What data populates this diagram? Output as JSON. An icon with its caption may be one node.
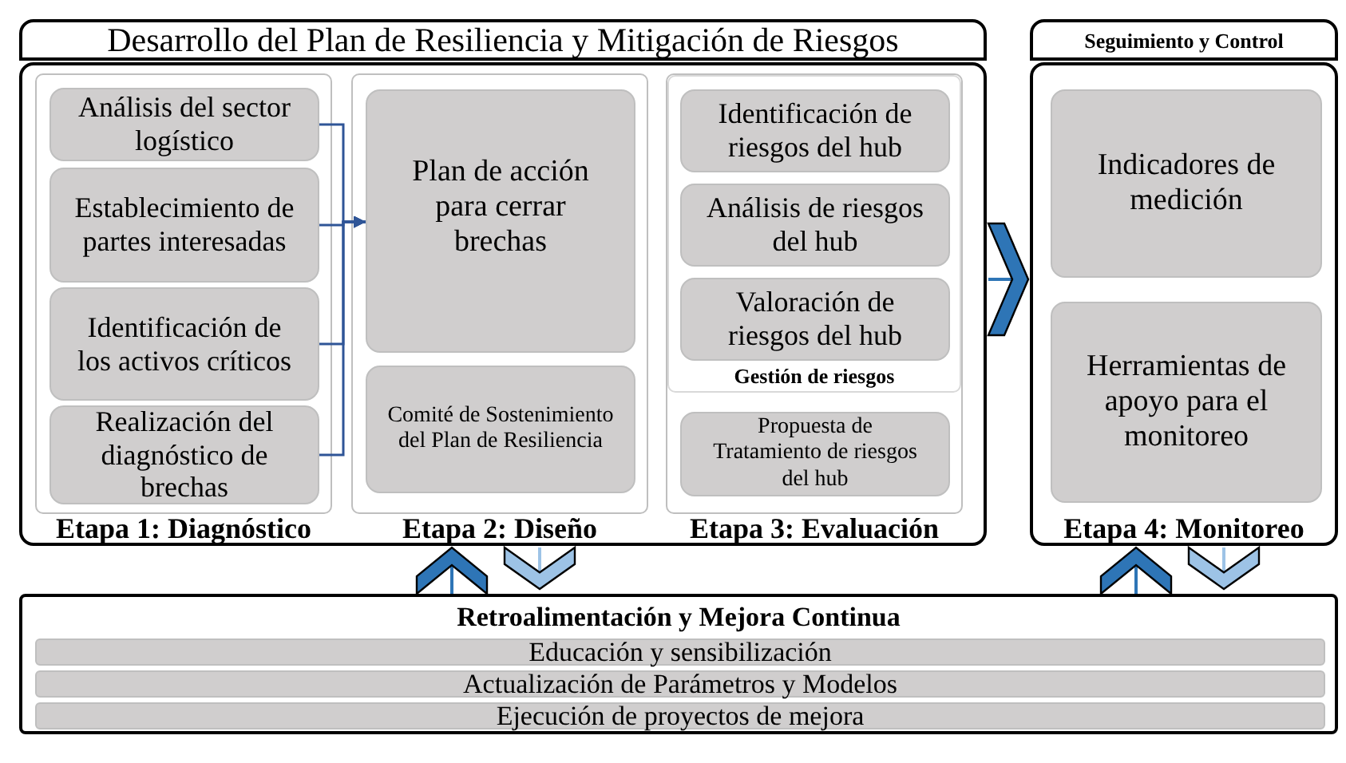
{
  "diagram": {
    "nodes": [
      {
        "text": [
          "Desarrollo del Plan de Resiliencia y Mitigación de Riesgos"
        ]
      },
      {
        "text": [
          "Etapa 1: Diagnóstico"
        ],
        "in": 0
      },
      {
        "text": [
          "Análisis del sector logístico"
        ],
        "in": 1
      },
      {
        "text": [
          "Establecimiento de partes interesadas"
        ],
        "in": 1
      },
      {
        "text": [
          "Identificación de los activos críticos"
        ],
        "in": 1
      },
      {
        "text": [
          "Realización del diagnóstico de brechas"
        ],
        "in": 1
      },
      {
        "text": [
          "Etapa 2: Diseño"
        ],
        "in": 0
      },
      {
        "text": [
          "Plan de acción para cerrar brechas"
        ],
        "in": 6
      },
      {
        "text": [
          "Comité de Sostenimiento del Plan de Resiliencia"
        ],
        "in": 6
      },
      {
        "text": [
          "Etapa 3: Evaluación"
        ],
        "in": 0
      },
      {
        "text": [
          "Gestión de riesgos"
        ],
        "in": 9
      },
      {
        "text": [
          "Identificación de riesgos del hub"
        ],
        "in": 10
      },
      {
        "text": [
          "Análisis de riesgos del hub"
        ],
        "in": 10
      },
      {
        "text": [
          "Valoración de riesgos del hub"
        ],
        "in": 10
      },
      {
        "text": [
          "Propuesta de Tratamiento de riesgos del hub"
        ],
        "in": 9
      },
      {
        "text": [
          "Seguimiento y Control",
          "Etapa 4: Monitoreo"
        ]
      },
      {
        "text": [
          "Indicadores de medición"
        ],
        "in": 15
      },
      {
        "text": [
          "Herramientas de apoyo para el monitoreo"
        ],
        "in": 15
      },
      {
        "text": [
          "Retroalimentación y Mejora Continua"
        ]
      },
      {
        "text": [
          "Educación y sensibilización"
        ],
        "in": 18
      },
      {
        "text": [
          "Actualización de Parámetros y Modelos"
        ],
        "in": 18
      },
      {
        "text": [
          "Ejecución de proyectos de mejora"
        ],
        "in": 18
      }
    ],
    "edges": [
      {
        "from": 2,
        "to": 7,
        "arrow": "to",
        "color": "#2f5597"
      },
      {
        "from": 3,
        "to": 7,
        "arrow": "to",
        "color": "#2f5597"
      },
      {
        "from": 4,
        "to": 7,
        "arrow": "to",
        "color": "#2f5597"
      },
      {
        "from": 5,
        "to": 7,
        "arrow": "to",
        "color": "#2f5597"
      },
      {
        "from": 0,
        "to": 15,
        "arrow": "to",
        "color": "#2e75b6"
      },
      {
        "from": 18,
        "to": 0,
        "arrow": "to",
        "color": "#2e75b6"
      },
      {
        "from": 0,
        "to": 18,
        "arrow": "to",
        "color": "#9dc3e6"
      },
      {
        "from": 18,
        "to": 15,
        "arrow": "to",
        "color": "#2e75b6"
      },
      {
        "from": 15,
        "to": 18,
        "arrow": "to",
        "color": "#9dc3e6"
      }
    ]
  }
}
